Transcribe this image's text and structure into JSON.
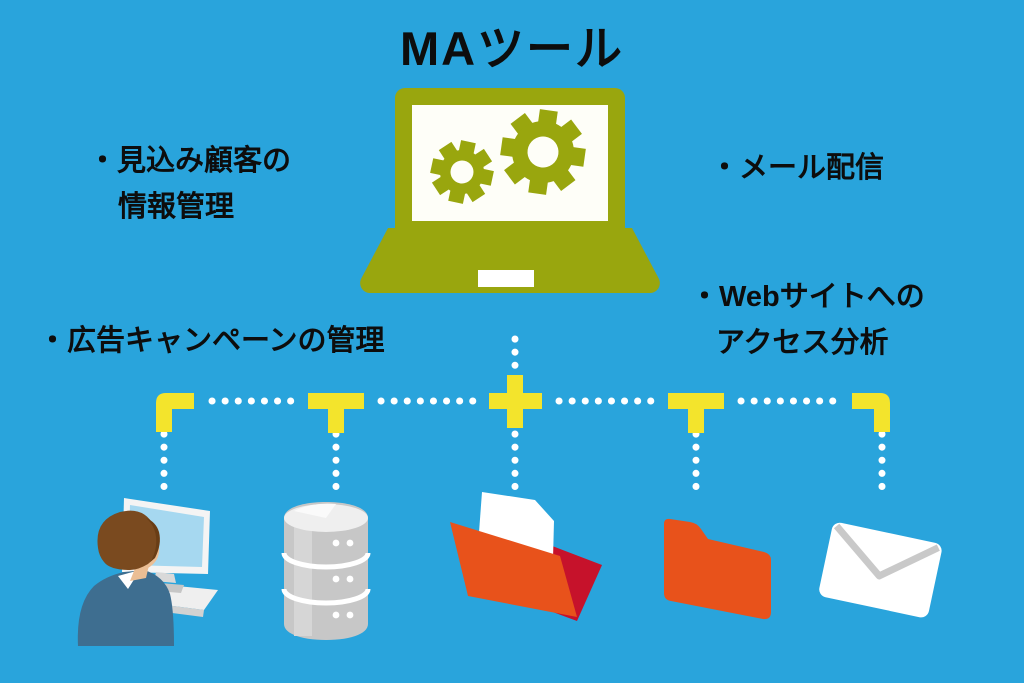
{
  "title": "MAツール",
  "features": {
    "lead_info": {
      "line1": "・見込み顧客の",
      "line2": "情報管理"
    },
    "mail": {
      "text": "・メール配信"
    },
    "ad_campaign": {
      "text": "・広告キャンペーンの管理"
    },
    "web_access": {
      "line1": "・Webサイトへの",
      "line2": "アクセス分析"
    }
  },
  "diagram": {
    "center_icon": "laptop-with-gears",
    "connected_icons": [
      "user-at-computer",
      "database",
      "open-folder-with-document",
      "folder",
      "envelope"
    ]
  },
  "colors": {
    "background": "#29A4DC",
    "laptop_olive": "#99A60E",
    "screen_white": "#FEFEF8",
    "connector_yellow": "#F3E42C",
    "connector_dots": "#FFFFFF",
    "folder_orange": "#E8521B",
    "folder_back_red": "#C6122B",
    "database_gray": "#C7C7C7",
    "jacket_blue": "#3E6E90",
    "monitor_screen_blue": "#A6D8F0",
    "text": "#0D0D0D"
  }
}
